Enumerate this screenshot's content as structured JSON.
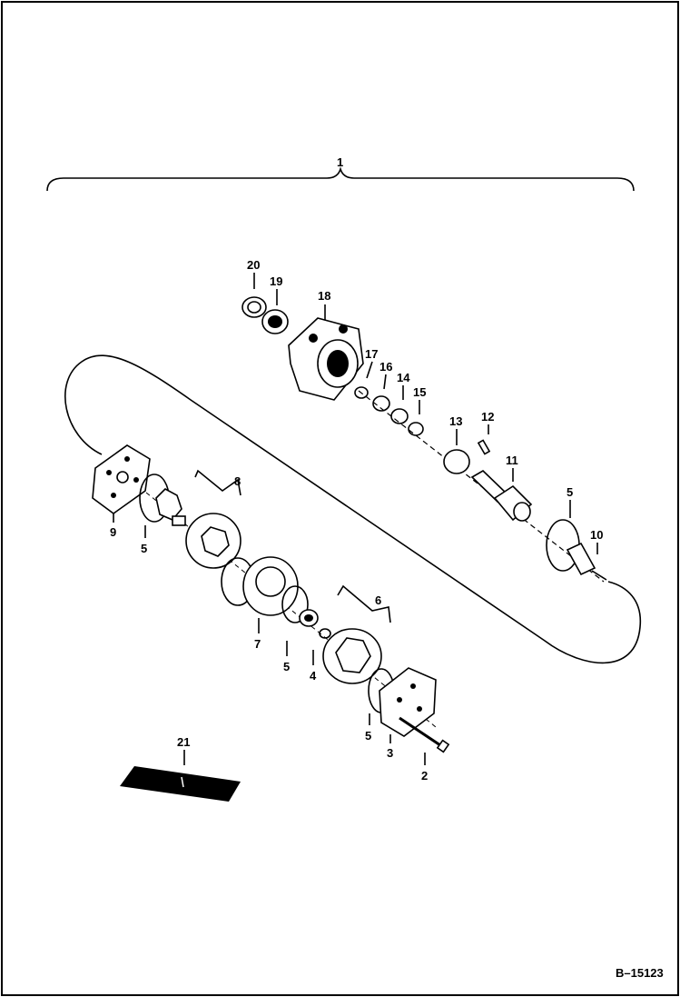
{
  "figure_id": "B–15123",
  "callouts": {
    "c1": "1",
    "c2": "2",
    "c3": "3",
    "c4": "4",
    "c5a": "5",
    "c5b": "5",
    "c5c": "5",
    "c5d": "5",
    "c6": "6",
    "c7": "7",
    "c8": "8",
    "c9": "9",
    "c10": "10",
    "c11": "11",
    "c12": "12",
    "c13": "13",
    "c14": "14",
    "c15": "15",
    "c16": "16",
    "c17": "17",
    "c18": "18",
    "c19": "19",
    "c20": "20",
    "c21": "21"
  },
  "colors": {
    "ink": "#000000",
    "paper": "#ffffff"
  }
}
